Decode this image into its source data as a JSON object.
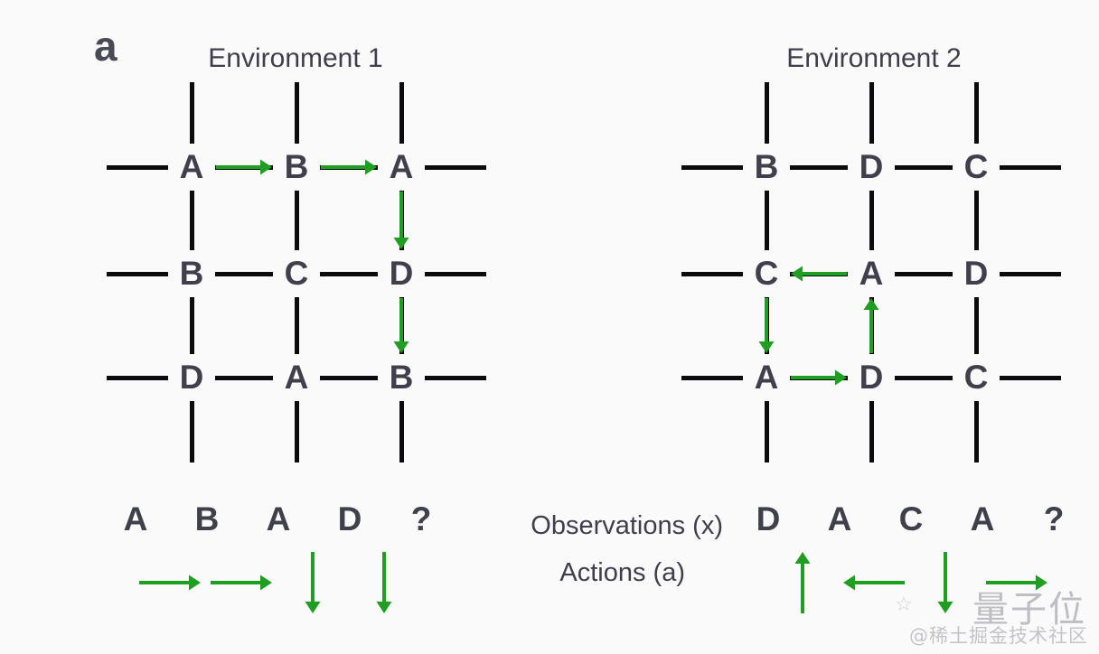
{
  "panel": {
    "label": "a"
  },
  "environments": [
    {
      "id": "env1",
      "title": "Environment 1",
      "grid": [
        [
          "A",
          "B",
          "A"
        ],
        [
          "B",
          "C",
          "D"
        ],
        [
          "D",
          "A",
          "B"
        ]
      ],
      "path_arrows": [
        {
          "name": "arrow-right-r0c0-to-r0c1",
          "direction": "right",
          "from": [
            0,
            0
          ],
          "to": [
            0,
            1
          ]
        },
        {
          "name": "arrow-right-r0c1-to-r0c2",
          "direction": "right",
          "from": [
            0,
            1
          ],
          "to": [
            0,
            2
          ]
        },
        {
          "name": "arrow-down-r0c2-to-r1c2",
          "direction": "down",
          "from": [
            0,
            2
          ],
          "to": [
            1,
            2
          ]
        },
        {
          "name": "arrow-down-r1c2-to-r2c2",
          "direction": "down",
          "from": [
            1,
            2
          ],
          "to": [
            2,
            2
          ]
        }
      ]
    },
    {
      "id": "env2",
      "title": "Environment 2",
      "grid": [
        [
          "B",
          "D",
          "C"
        ],
        [
          "C",
          "A",
          "D"
        ],
        [
          "A",
          "D",
          "C"
        ]
      ],
      "path_arrows": [
        {
          "name": "arrow-left-r1c1-to-r1c0",
          "direction": "left",
          "from": [
            1,
            1
          ],
          "to": [
            1,
            0
          ]
        },
        {
          "name": "arrow-down-r1c0-to-r2c0",
          "direction": "down",
          "from": [
            1,
            0
          ],
          "to": [
            2,
            0
          ]
        },
        {
          "name": "arrow-right-r2c0-to-r2c1",
          "direction": "right",
          "from": [
            2,
            0
          ],
          "to": [
            2,
            1
          ]
        },
        {
          "name": "arrow-up-r2c1-to-r1c1",
          "direction": "up",
          "from": [
            2,
            1
          ],
          "to": [
            1,
            1
          ]
        }
      ]
    }
  ],
  "sequence_labels": {
    "observations": "Observations (x)",
    "actions": "Actions (a)"
  },
  "sequences": [
    {
      "id": "seq-left",
      "observations": [
        "A",
        "B",
        "A",
        "D",
        "?"
      ],
      "actions": [
        "right",
        "right",
        "down",
        "down"
      ]
    },
    {
      "id": "seq-right",
      "observations": [
        "D",
        "A",
        "C",
        "A",
        "?"
      ],
      "actions": [
        "up",
        "left",
        "down",
        "right"
      ]
    }
  ],
  "colors": {
    "background": "#fafafb",
    "grid_line": "#0b0b0d",
    "letter": "#413f4c",
    "arrow_green": "#1f9e22",
    "title": "#3f3f4b"
  },
  "watermark": {
    "big": "量子位",
    "small": "@稀土掘金技术社区"
  }
}
